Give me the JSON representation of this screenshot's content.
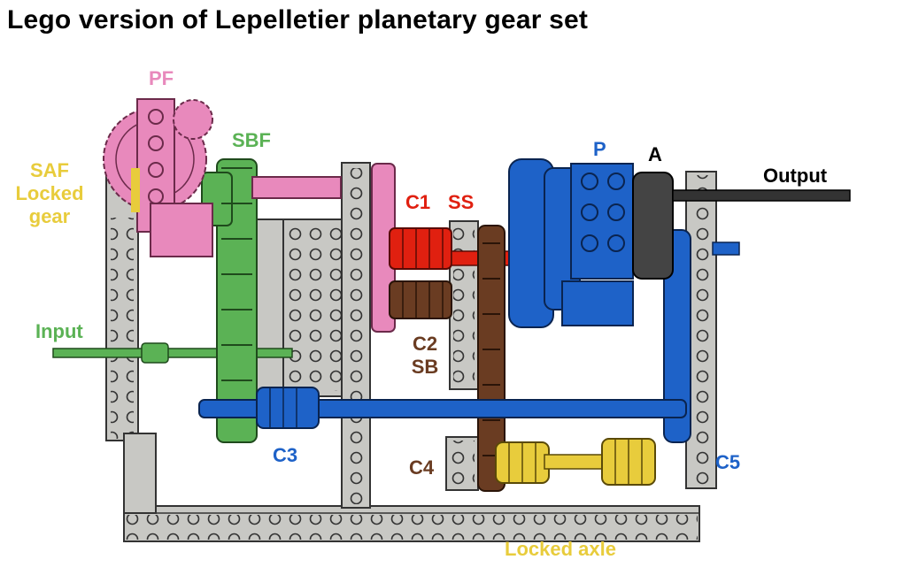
{
  "title": "Lego version of Lepelletier planetary gear set",
  "colors": {
    "pink": "#e889bc",
    "green": "#5bb255",
    "red": "#e02010",
    "brown": "#6a3c22",
    "blue": "#1e62c8",
    "yellow": "#e8cc3c",
    "black": "#000000",
    "gray": "#c8c8c4"
  },
  "labels": {
    "pf": "PF",
    "sbf": "SBF",
    "saf_line1": "SAF",
    "saf_line2": "Locked",
    "saf_line3": "gear",
    "input": "Input",
    "c1": "C1",
    "ss": "SS",
    "p": "P",
    "a": "A",
    "output": "Output",
    "c2": "C2",
    "sb": "SB",
    "c3": "C3",
    "c4": "C4",
    "c5": "C5",
    "locked_axle": "Locked axle"
  }
}
